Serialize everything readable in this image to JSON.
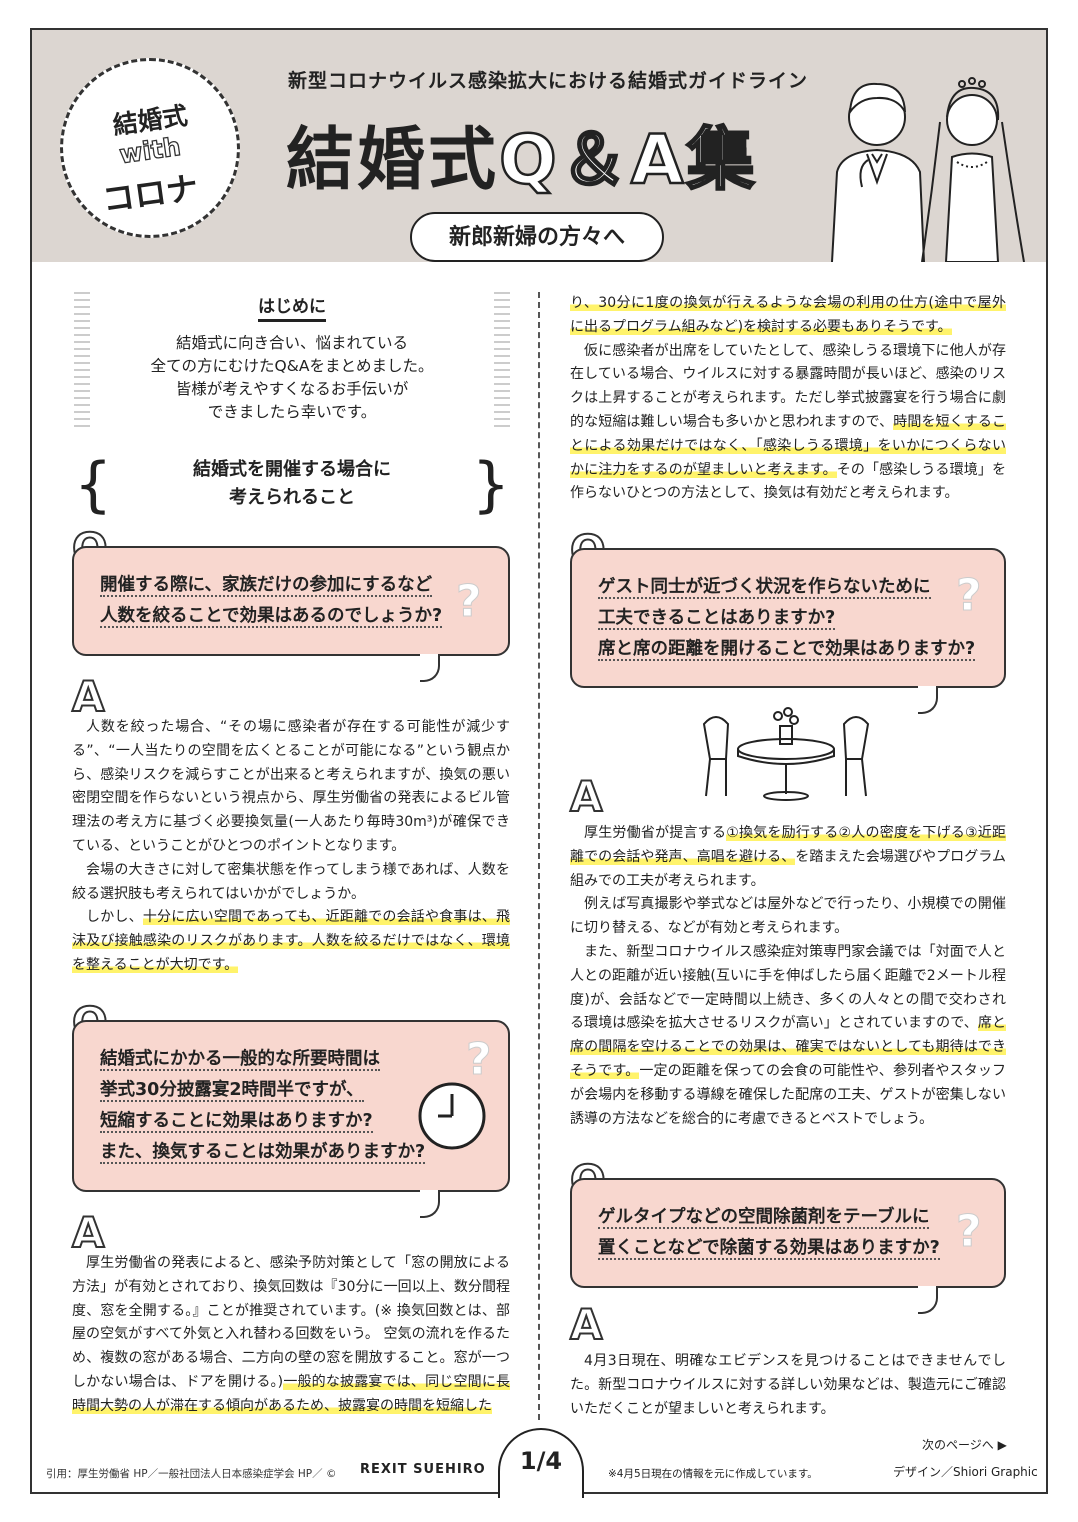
{
  "badge": {
    "line1": "結婚式",
    "line2": "with",
    "line3": "コロナ"
  },
  "header": {
    "subtitle": "新型コロナウイルス感染拡大における結婚式ガイドライン",
    "title": "結婚式",
    "title_qa": "Q＆A集",
    "pill": "新郎新婦の方々へ"
  },
  "intro": {
    "title": "はじめに",
    "lines": [
      "結婚式に向き合い、悩まれている",
      "全ての方にむけたQ&Aをまとめました。",
      "皆様が考えやすくなるお手伝いが",
      "できましたら幸いです。"
    ]
  },
  "section": {
    "line1": "結婚式を開催する場合に",
    "line2": "考えられること"
  },
  "marks": {
    "q": "Q",
    "a": "A",
    "question": "?"
  },
  "q1": {
    "lines": [
      "開催する際に、家族だけの参加にするなど",
      "人数を絞ることで効果はあるのでしょうか?"
    ]
  },
  "a1": {
    "p1": "人数を絞った場合、“その場に感染者が存在する可能性が減少する”、“一人当たりの空間を広くとることが可能になる”という観点から、感染リスクを減らすことが出来ると考えられますが、換気の悪い密閉空間を作らないという視点から、厚生労働省の発表によるビル管理法の考え方に基づく必要換気量(一人あたり毎時30m³)が確保できている、ということがひとつのポイントとなります。",
    "p2": "会場の大きさに対して密集状態を作ってしまう様であれば、人数を絞る選択肢も考えられてはいかがでしょうか。",
    "p3a": "しかし、",
    "p3b": "十分に広い空間であっても、近距離での会話や食事は、飛沫及び接触感染のリスクがあります。人数を絞るだけではなく、環境を整えることが大切です。"
  },
  "q2": {
    "lines": [
      "結婚式にかかる一般的な所要時間は",
      "挙式30分披露宴2時間半ですが、",
      "短縮することに効果はありますか?",
      "また、換気することは効果がありますか?"
    ]
  },
  "a2": {
    "p1a": "厚生労働省の発表によると、感染予防対策として「窓の開放による方法」が有効とされており、換気回数は『30分に一回以上、数分間程度、窓を全開する。』ことが推奨されています。(※ 換気回数とは、部屋の空気がすべて外気と入れ替わる回数をいう。 空気の流れを作るため、複数の窓がある場合、二方向の壁の窓を開放すること。窓が一つしかない場合は、ドアを開ける。)",
    "p1b": "一般的な披露宴では、同じ空間に長時間大勢の人が滞在する傾向があるため、披露宴の時間を短縮した",
    "p1c": "り、30分に1度の換気が行えるような会場の利用の仕方(途中で屋外に出るプログラム組みなど)を検討する必要もありそうです。",
    "p2a": "仮に感染者が出席をしていたとして、感染しうる環境下に他人が存在している場合、ウイルスに対する暴露時間が長いほど、感染のリスクは上昇することが考えられます。ただし挙式披露宴を行う場合に劇的な短縮は難しい場合も多いかと思われますので、",
    "p2b": "時間を短くすることによる効果だけではなく、「感染しうる環境」をいかにつくらないかに注力をするのが望ましいと考えます。",
    "p2c": "その「感染しうる環境」を作らないひとつの方法として、換気は有効だと考えられます。"
  },
  "q3": {
    "lines": [
      "ゲスト同士が近づく状況を作らないために",
      "工夫できることはありますか?",
      "席と席の距離を開けることで効果はありますか?"
    ]
  },
  "a3": {
    "p1a": "厚生労働省が提言する",
    "p1b": "①換気を励行する②人の密度を下げる③近距離での会話や発声、高唱を避ける、",
    "p1c": "を踏まえた会場選びやプログラム組みでの工夫が考えられます。",
    "p2": "例えば写真撮影や挙式などは屋外などで行ったり、小規模での開催に切り替える、などが有効と考えられます。",
    "p3a": "また、新型コロナウイルス感染症対策専門家会議では「対面で人と人との距離が近い接触(互いに手を伸ばしたら届く距離で2メートル程度)が、会話などで一定時間以上続き、多くの人々との間で交わされる環境は感染を拡大させるリスクが高い」とされていますので、",
    "p3b": "席と席の間隔を空けることでの効果は、確実ではないとしても期待はできそうです。",
    "p3c": "一定の距離を保っての会食の可能性や、参列者やスタッフが会場内を移動する導線を確保した配席の工夫、ゲストが密集しない誘導の方法などを総合的に考慮できるとベストでしょう。"
  },
  "q4": {
    "lines": [
      "ゲルタイプなどの空間除菌剤をテーブルに",
      "置くことなどで除菌する効果はありますか?"
    ]
  },
  "a4": {
    "p1": "4月3日現在、明確なエビデンスを見つけることはできませんでした。新型コロナウイルスに対する詳しい効果などは、製造元にご確認いただくことが望ましいと考えられます。"
  },
  "footer": {
    "citation": "引用：厚生労働省 HP／一般社団法人日本感染症学会 HP／ ©",
    "brand": "REXIT SUEHIRO",
    "page": "1/4",
    "note": "※4月5日現在の情報を元に作成しています。",
    "design": "デザイン／Shiori Graphic",
    "next": "次のページへ ▶"
  },
  "colors": {
    "header_bg": "#dcd6d1",
    "question_bg": "#f8d7cf",
    "highlight": "#fff36b"
  }
}
